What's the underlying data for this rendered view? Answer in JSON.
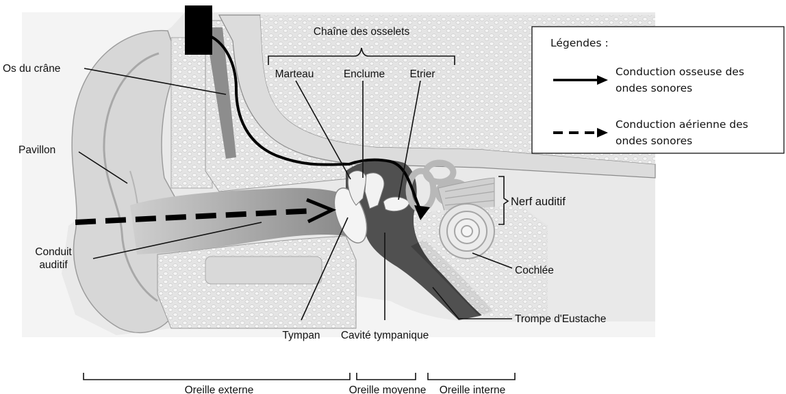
{
  "labels": {
    "ossicle_chain": "Chaîne des osselets",
    "skull_bone": "Os du crâne",
    "hammer": "Marteau",
    "anvil": "Enclume",
    "stirrup": "Etrier",
    "pinna": "Pavillon",
    "ear_canal_line1": "Conduit",
    "ear_canal_line2": "auditif",
    "auditory_nerve": "Nerf auditif",
    "cochlea": "Cochlée",
    "eustachian_tube": "Trompe d'Eustache",
    "eardrum": "Tympan",
    "tympanic_cavity": "Cavité tympanique",
    "outer_ear": "Oreille externe",
    "middle_ear": "Oreille moyenne",
    "inner_ear": "Oreille interne"
  },
  "legend": {
    "title": "Légendes :",
    "bone_line1": "Conduction osseuse des",
    "bone_line2": "ondes sonores",
    "air_line1": "Conduction aérienne des",
    "air_line2": "ondes sonores"
  },
  "colors": {
    "tissue_light": "#d9d9d9",
    "tissue_mid": "#b3b3b3",
    "cavity_dark": "#4d4d4d",
    "bone_texture": "#ededed",
    "line": "#111111"
  }
}
